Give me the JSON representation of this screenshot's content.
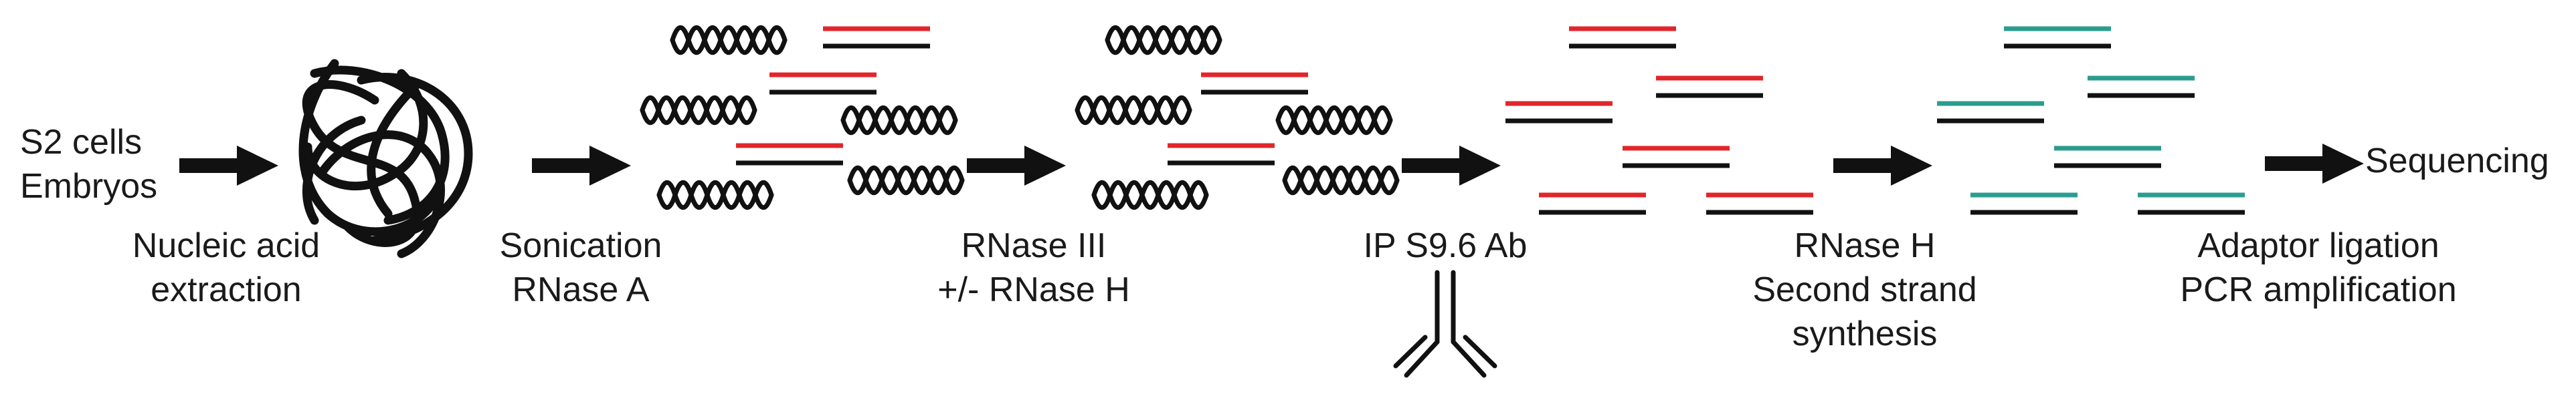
{
  "source_labels": [
    "S2 cells",
    "Embryos"
  ],
  "steps": [
    {
      "id": "extraction",
      "lines": [
        "Nucleic acid",
        "extraction"
      ]
    },
    {
      "id": "sonication",
      "lines": [
        "Sonication",
        "RNase A"
      ]
    },
    {
      "id": "rnase-iii",
      "lines": [
        "RNase III",
        "+/- RNase H"
      ]
    },
    {
      "id": "ip",
      "lines": [
        "IP S9.6 Ab"
      ]
    },
    {
      "id": "rnase-h",
      "lines": [
        "RNase H",
        "Second strand",
        "synthesis"
      ]
    },
    {
      "id": "adaptor",
      "lines": [
        "Adaptor ligation",
        "PCR amplification"
      ]
    }
  ],
  "end_label": "Sequencing",
  "colors": {
    "rna_strand": "#e0262a",
    "dna_strand": "#111111",
    "second_strand": "#2a9d8f",
    "arrow": "#111111",
    "text": "#1a1a1a"
  },
  "icons": {
    "tangle": "nucleic-acid-tangle-icon",
    "helix": "double-helix-icon",
    "hybrid": "rna-dna-hybrid-icon",
    "antibody": "antibody-icon",
    "arrow": "process-arrow-icon"
  }
}
